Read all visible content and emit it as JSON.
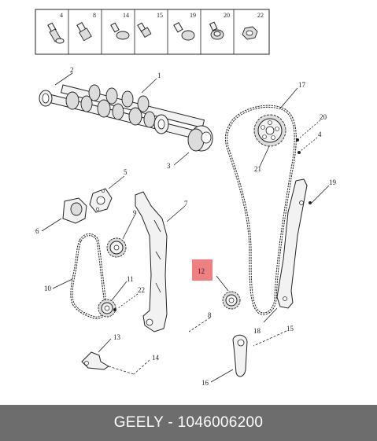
{
  "header_table": {
    "cells": [
      "4",
      "8",
      "14",
      "15",
      "19",
      "20",
      "22"
    ]
  },
  "callouts": {
    "c1": "1",
    "c2": "2",
    "c3": "3",
    "c4": "4",
    "c5": "5",
    "c6": "6",
    "c7": "7",
    "c8": "8",
    "c9": "9",
    "c10": "10",
    "c11": "11",
    "c12": "12",
    "c13": "13",
    "c14": "14",
    "c15": "15",
    "c16": "16",
    "c17": "17",
    "c18": "18",
    "c19": "19",
    "c20": "20",
    "c21": "21",
    "c22": "22"
  },
  "highlight_color": "#f08080",
  "footer": {
    "text": "GEELY - 1046006200",
    "background": "#6d6d6d"
  }
}
